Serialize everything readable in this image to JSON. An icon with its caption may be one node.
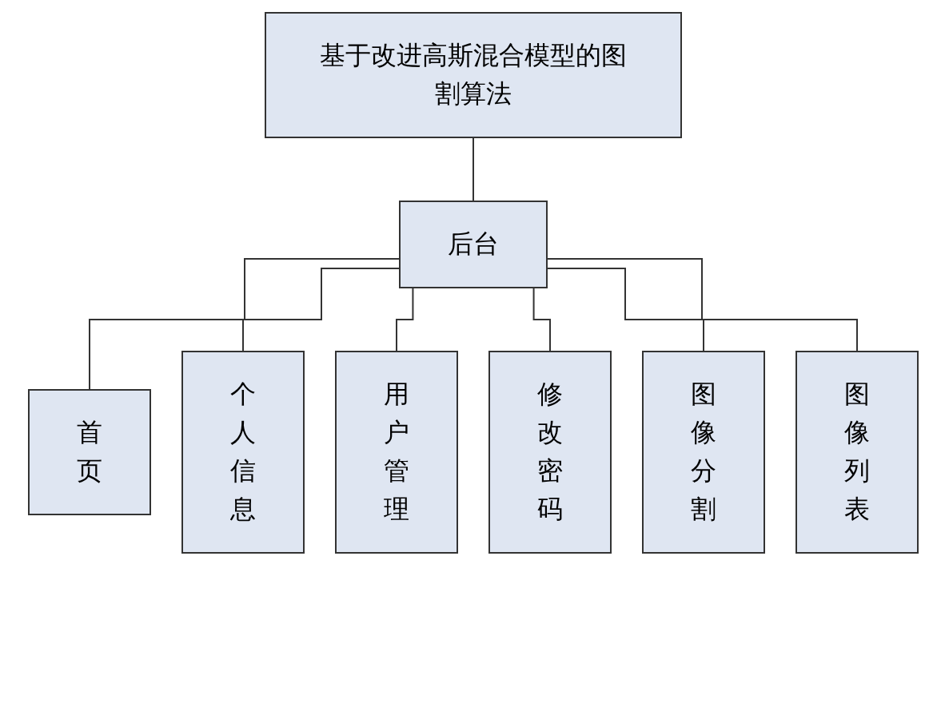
{
  "diagram": {
    "nodes": [
      {
        "text": [
          "基于改进高斯混合模型的图割算法"
        ]
      },
      {
        "text": [
          "后台"
        ]
      },
      {
        "text": [
          "首页"
        ]
      },
      {
        "text": [
          "个人信息"
        ]
      },
      {
        "text": [
          "用户管理"
        ]
      },
      {
        "text": [
          "修改密码"
        ]
      },
      {
        "text": [
          "图像分割"
        ]
      },
      {
        "text": [
          "图像列表"
        ]
      }
    ],
    "edges": [
      {
        "from": 0,
        "to": 1,
        "arrow": "none"
      },
      {
        "from": 1,
        "to": 2,
        "arrow": "none"
      },
      {
        "from": 1,
        "to": 3,
        "arrow": "none"
      },
      {
        "from": 1,
        "to": 4,
        "arrow": "none"
      },
      {
        "from": 1,
        "to": 5,
        "arrow": "none"
      },
      {
        "from": 1,
        "to": 6,
        "arrow": "none"
      },
      {
        "from": 1,
        "to": 7,
        "arrow": "none"
      }
    ]
  }
}
